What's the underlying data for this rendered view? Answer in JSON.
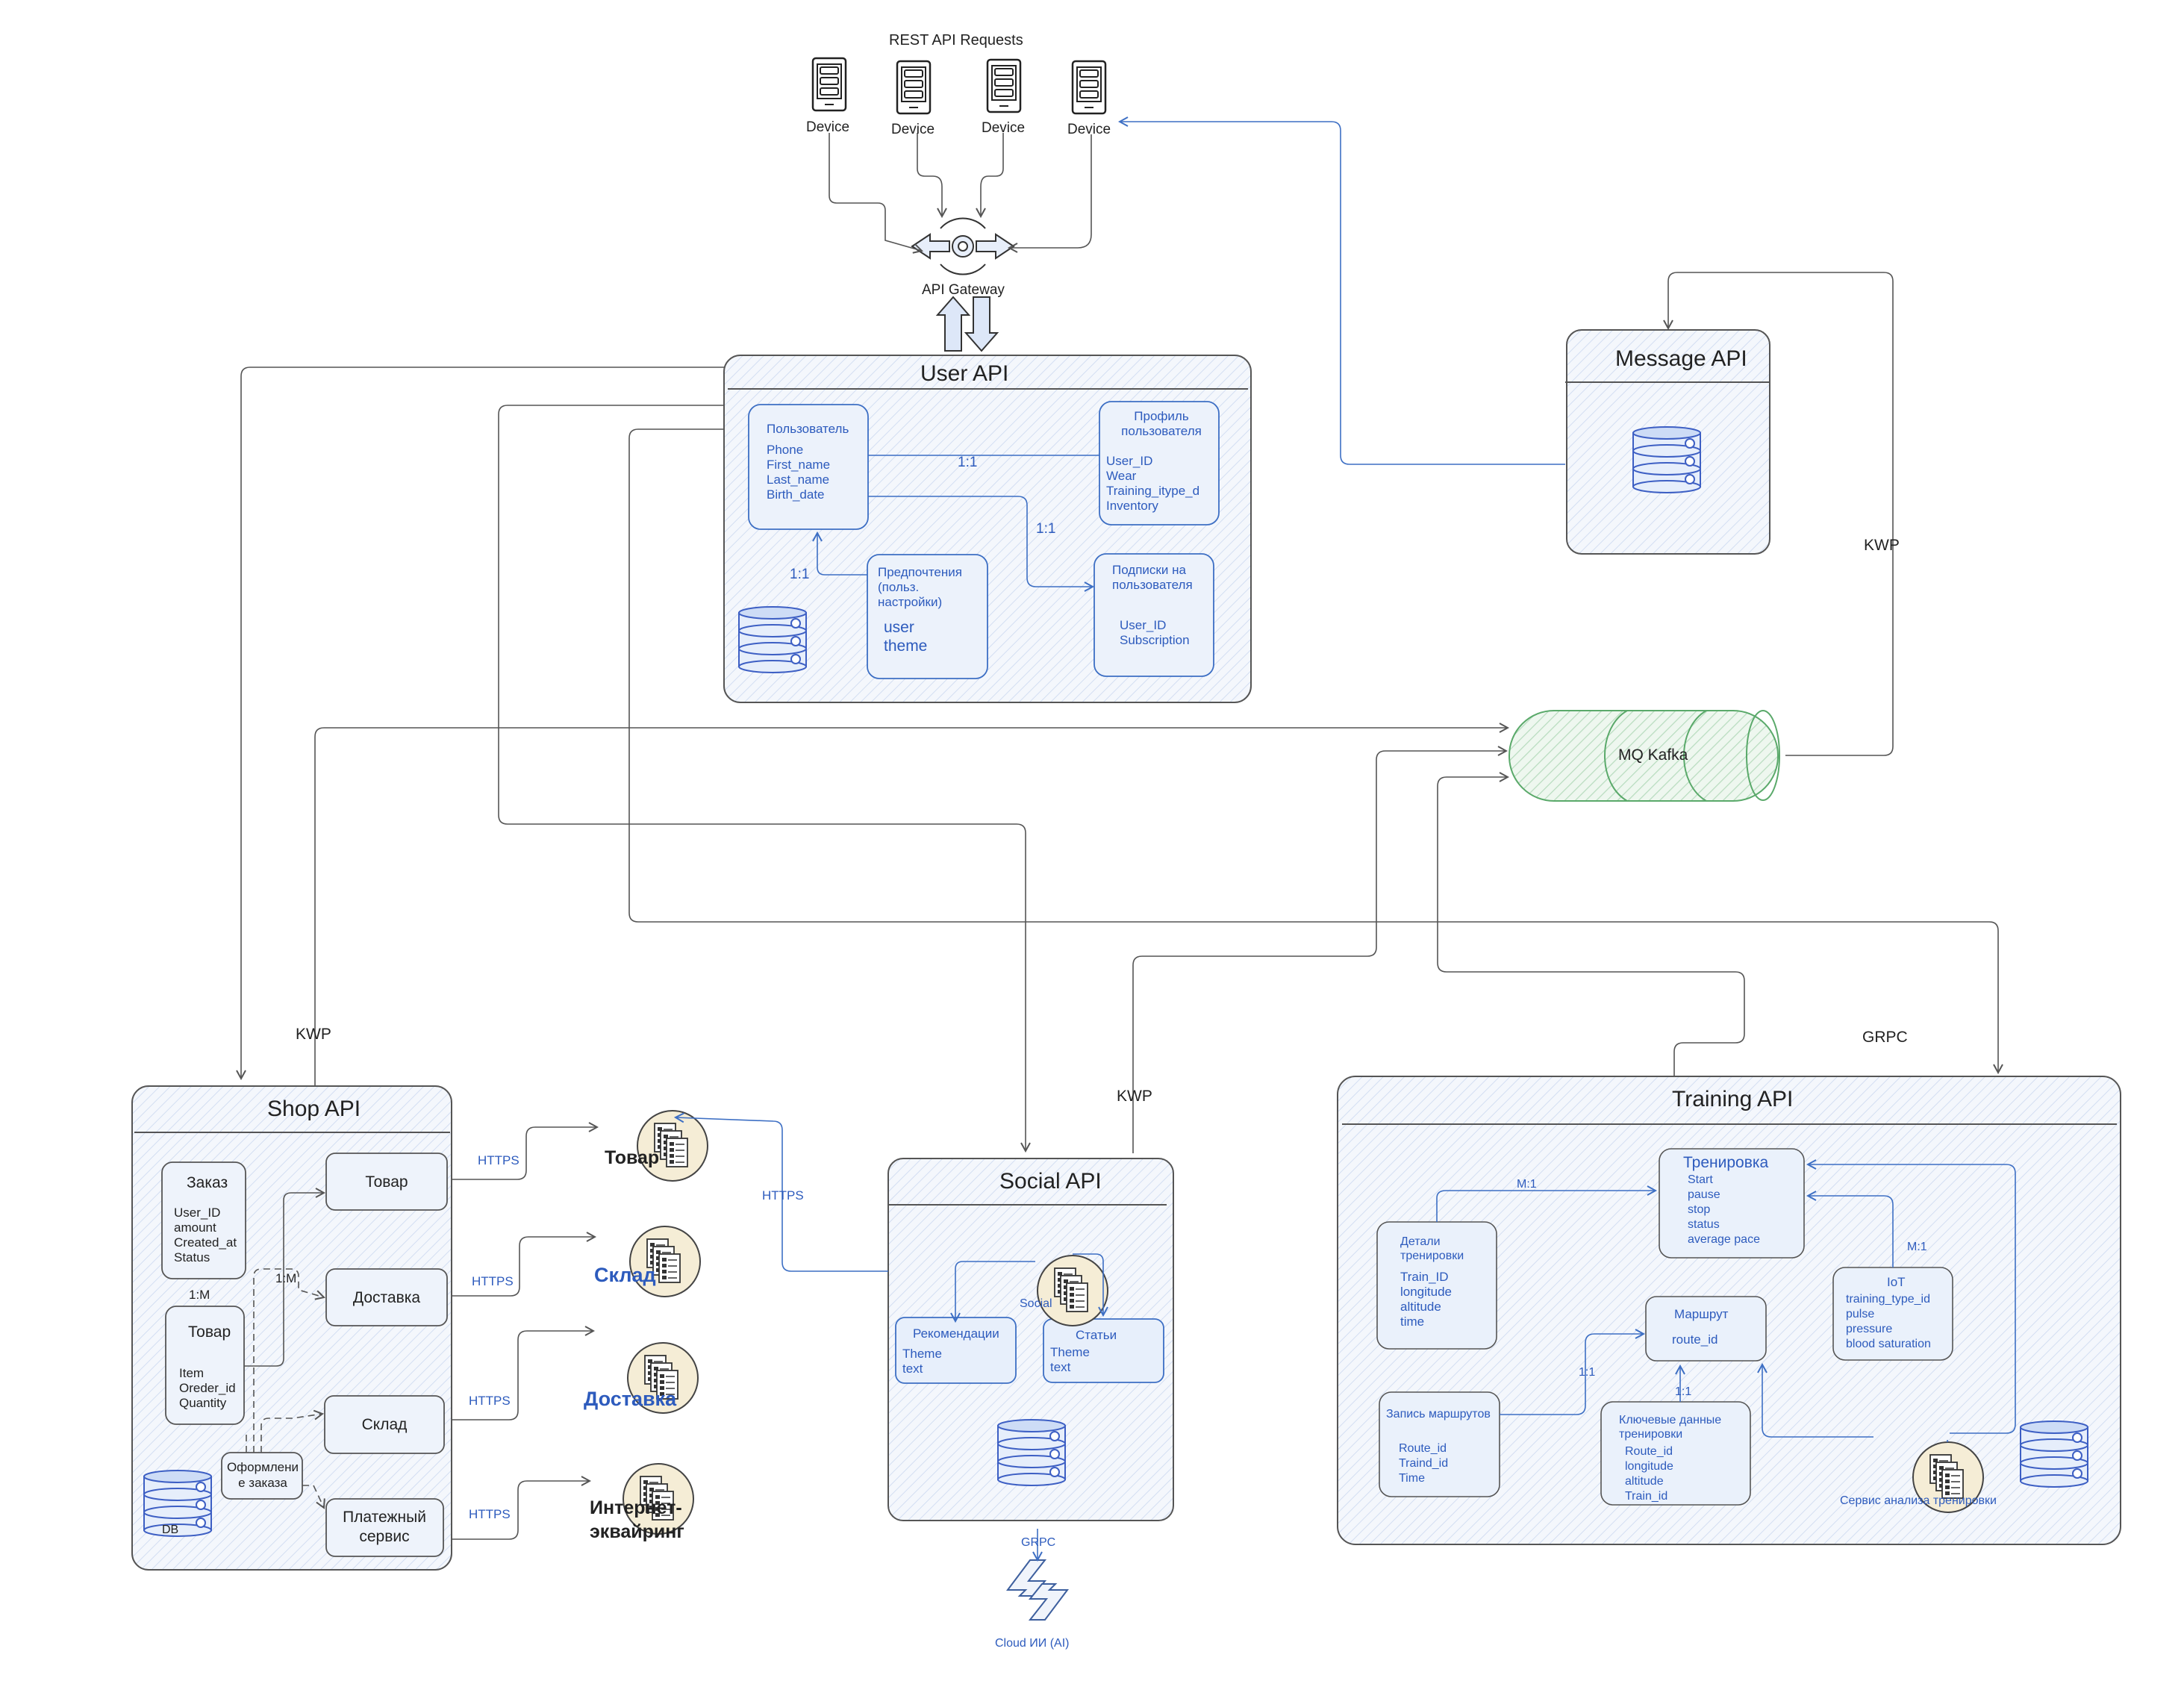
{
  "colors": {
    "frame": "#555555",
    "accent": "#3d6fc4",
    "hatch": "#d3def2",
    "kafka": "#5aa96a",
    "service_fill": "#f5edd6"
  },
  "top": {
    "title": "REST API Requests",
    "device_label": "Device",
    "gateway_label": "API Gateway"
  },
  "user_api": {
    "title": "User API",
    "user": {
      "title": "Пользователь",
      "fields": [
        "Phone",
        "First_name",
        "Last_name",
        "Birth_date"
      ]
    },
    "profile": {
      "title": "Профиль пользователя",
      "fields": [
        "User_ID",
        "Wear",
        "Training_itype_d",
        "Inventory"
      ]
    },
    "prefs": {
      "title": "Предпочтения (польз. настройки)",
      "fields": [
        "user",
        "theme"
      ]
    },
    "subs": {
      "title": "Подписки на пользователя",
      "fields": [
        "User_ID",
        "Subscription"
      ]
    },
    "rel_user_profile": "1:1",
    "rel_user_subs": "1:1",
    "rel_user_prefs": "1:1"
  },
  "message_api": {
    "title": "Message API"
  },
  "kafka": {
    "label": "MQ Kafka"
  },
  "protocols": {
    "kwp": "KWP",
    "grpc": "GRPC",
    "https": "HTTPS"
  },
  "shop_api": {
    "title": "Shop API",
    "order": {
      "title": "Заказ",
      "fields": [
        "User_ID",
        "amount",
        "Created_at",
        "Status"
      ]
    },
    "rel_order_item": "1:M",
    "item": {
      "title": "Товар",
      "fields": [
        "Item",
        "Oreder_id",
        "Quantity"
      ]
    },
    "rel_item_goods": "1:M",
    "boxes": [
      "Товар",
      "Доставка",
      "Склад",
      "Платежный сервис"
    ],
    "checkout": "Оформлени е заказа",
    "db": "DB"
  },
  "external": [
    "Товар",
    "Склад",
    "Доставка",
    "Интернет- эквайринг"
  ],
  "social_api": {
    "title": "Social API",
    "service": "Social",
    "recommend": {
      "title": "Рекомендации",
      "fields": [
        "Theme",
        "text"
      ]
    },
    "articles": {
      "title": "Статьи",
      "fields": [
        "Theme",
        "text"
      ]
    }
  },
  "cloud": {
    "label": "Cloud ИИ (AI)"
  },
  "training_api": {
    "title": "Training API",
    "training": {
      "title": "Тренировка",
      "fields": [
        "Start",
        "pause",
        "stop",
        "status",
        "average pace"
      ]
    },
    "details": {
      "title": "Детали тренировки",
      "fields": [
        "Train_ID",
        "longitude",
        "altitude",
        "time"
      ]
    },
    "iot": {
      "title": "IoT",
      "fields": [
        "training_type_id",
        "pulse",
        "pressure",
        "blood saturation"
      ]
    },
    "route": {
      "title": "Маршрут",
      "fields": [
        "route_id"
      ]
    },
    "route_rec": {
      "title": "Запись маршрутов",
      "fields": [
        "Route_id",
        "Traind_id",
        "Time"
      ]
    },
    "keydata": {
      "title": "Ключевые данные тренировки",
      "fields": [
        "Route_id",
        "longitude",
        "altitude",
        "Train_id"
      ]
    },
    "analysis": "Сервис анализа тренировки",
    "rel_details": "M:1",
    "rel_iot": "M:1",
    "rel_route_rec": "1:1",
    "rel_keydata": "1:1"
  }
}
